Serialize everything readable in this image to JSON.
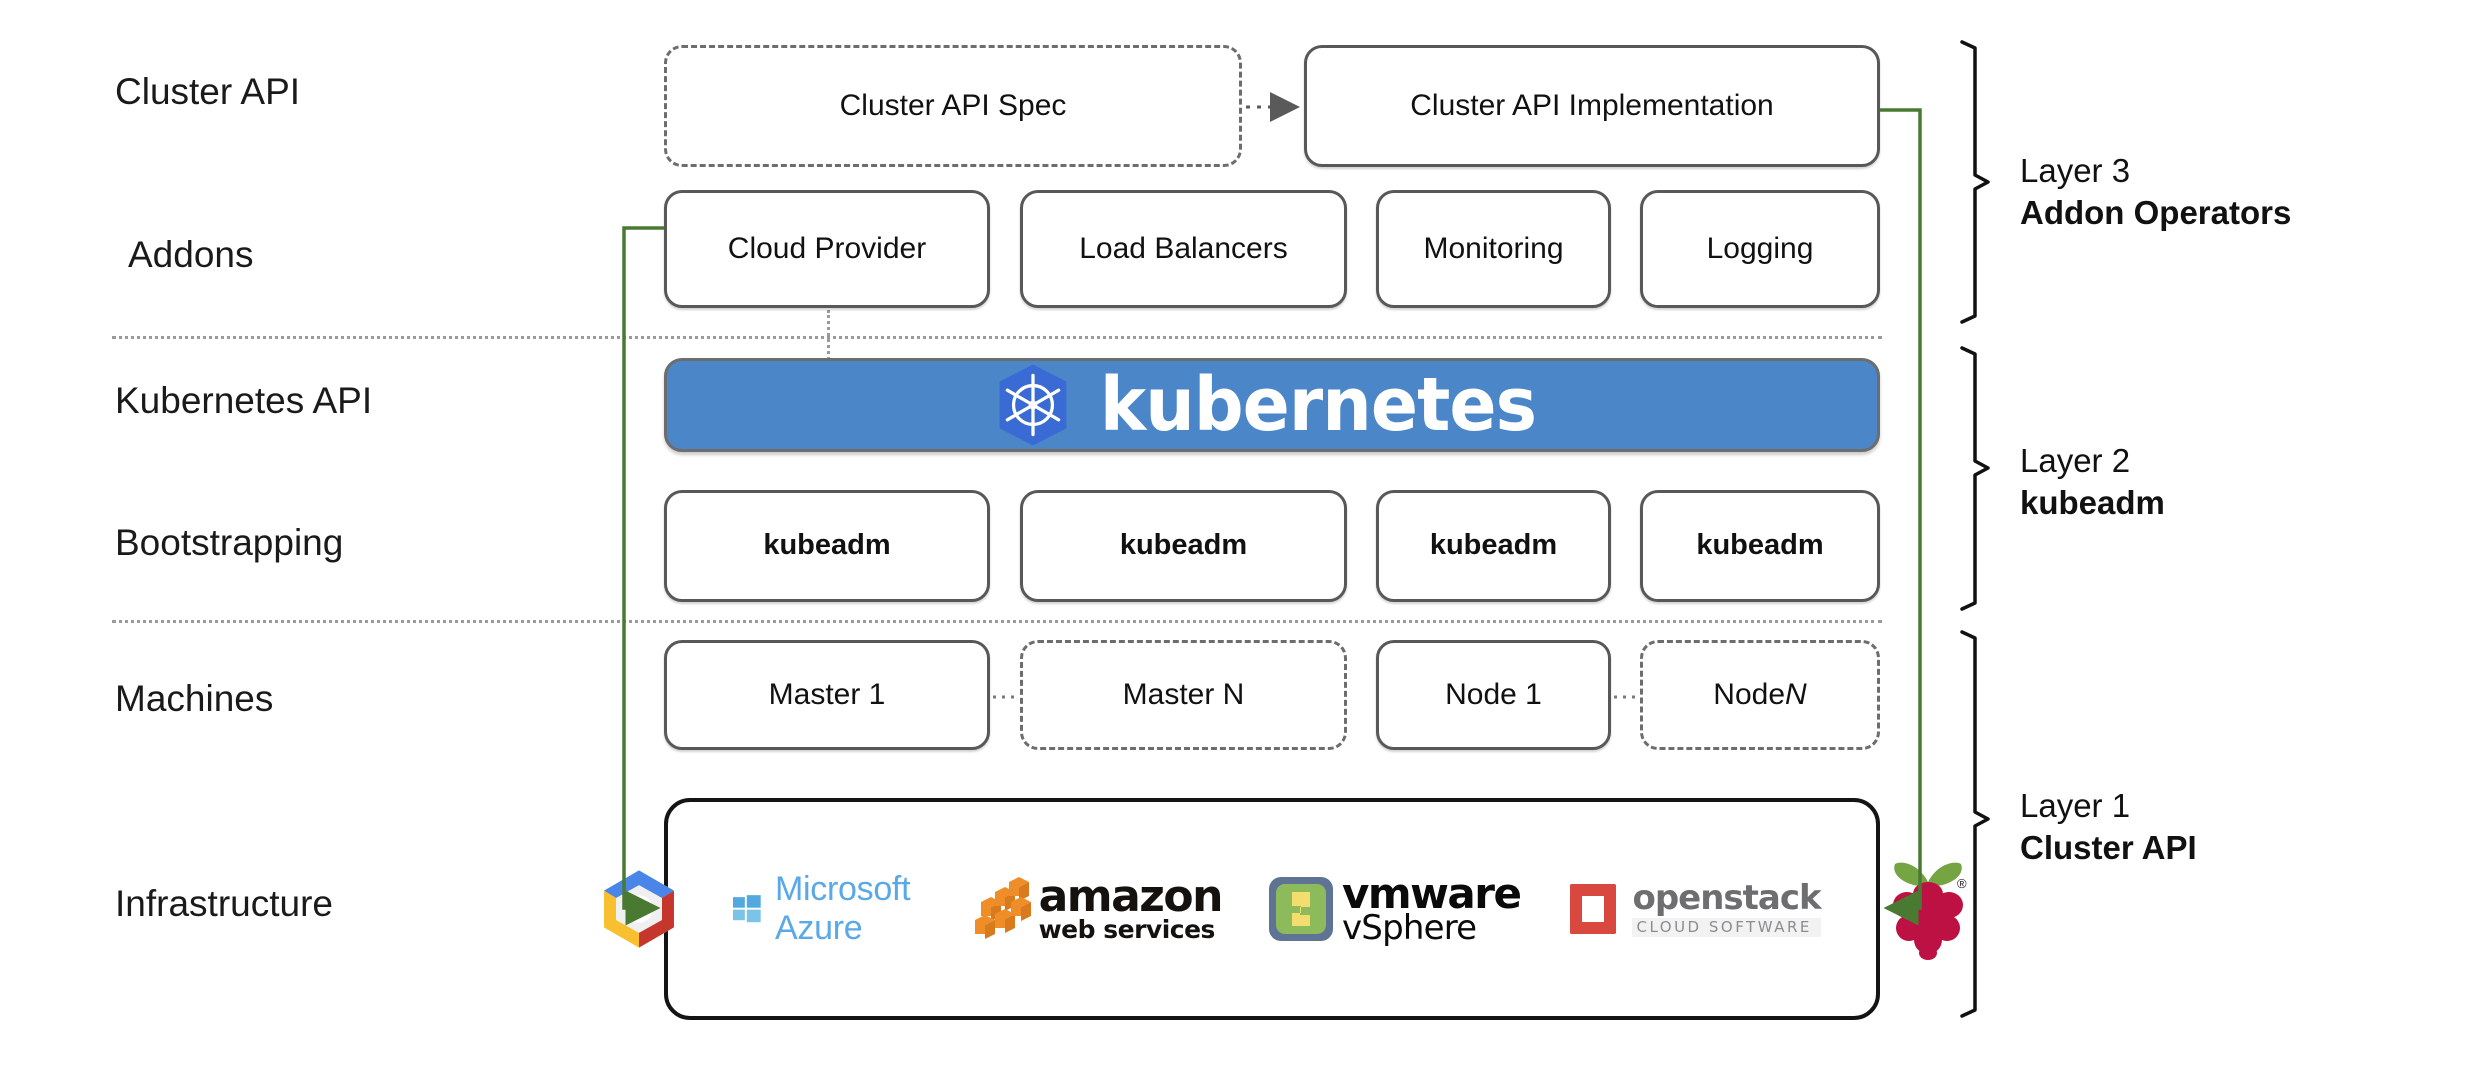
{
  "diagram": {
    "title": "Kubernetes Cluster API layered architecture",
    "accent_green": "#4a7a31",
    "k8s_blue": "#4a86c8",
    "k8s_logo_blue": "#3a6bd4",
    "box_border": "#585858",
    "infra_border": "#141414"
  },
  "row_labels": [
    {
      "text": "Cluster API"
    },
    {
      "text": "Addons"
    },
    {
      "text": "Kubernetes API"
    },
    {
      "text": "Bootstrapping"
    },
    {
      "text": "Machines"
    },
    {
      "text": "Infrastructure"
    }
  ],
  "cluster_api_row": {
    "spec": {
      "label": "Cluster API Spec",
      "style": "dashed"
    },
    "implementation": {
      "label": "Cluster API Implementation",
      "style": "solid"
    },
    "connector": "dotted-arrow-right"
  },
  "addons_row": [
    {
      "label": "Cloud Provider",
      "style": "solid"
    },
    {
      "label": "Load Balancers",
      "style": "solid"
    },
    {
      "label": "Monitoring",
      "style": "solid"
    },
    {
      "label": "Logging",
      "style": "solid"
    }
  ],
  "kubernetes_bar": {
    "wordmark": "kubernetes",
    "logo_name": "kubernetes-helm-icon"
  },
  "bootstrapping_row": [
    {
      "label": "kubeadm",
      "style": "solid"
    },
    {
      "label": "kubeadm",
      "style": "solid"
    },
    {
      "label": "kubeadm",
      "style": "solid"
    },
    {
      "label": "kubeadm",
      "style": "solid"
    }
  ],
  "machines_row": [
    {
      "label": "Master 1",
      "style": "solid"
    },
    {
      "label": "Master N",
      "style": "dashed"
    },
    {
      "label": "Node 1",
      "style": "solid"
    },
    {
      "label_prefix": "Node ",
      "label_italic": "N",
      "label": "Node N",
      "style": "dashed"
    }
  ],
  "infrastructure_logos": [
    {
      "name": "google-cloud-platform-logo",
      "text": ""
    },
    {
      "name": "microsoft-azure-logo",
      "text": "Microsoft Azure"
    },
    {
      "name": "amazon-web-services-logo",
      "text": "amazon",
      "subtext": "web services"
    },
    {
      "name": "vmware-vsphere-logo",
      "text": "vmware",
      "subtext": "vSphere"
    },
    {
      "name": "openstack-logo",
      "text": "openstack",
      "subtext": "CLOUD SOFTWARE"
    },
    {
      "name": "raspberry-pi-logo",
      "text": ""
    }
  ],
  "layers": [
    {
      "number": "Layer 3",
      "name": "Addon Operators"
    },
    {
      "number": "Layer 2",
      "name": "kubeadm"
    },
    {
      "number": "Layer 1",
      "name": "Cluster API"
    }
  ]
}
